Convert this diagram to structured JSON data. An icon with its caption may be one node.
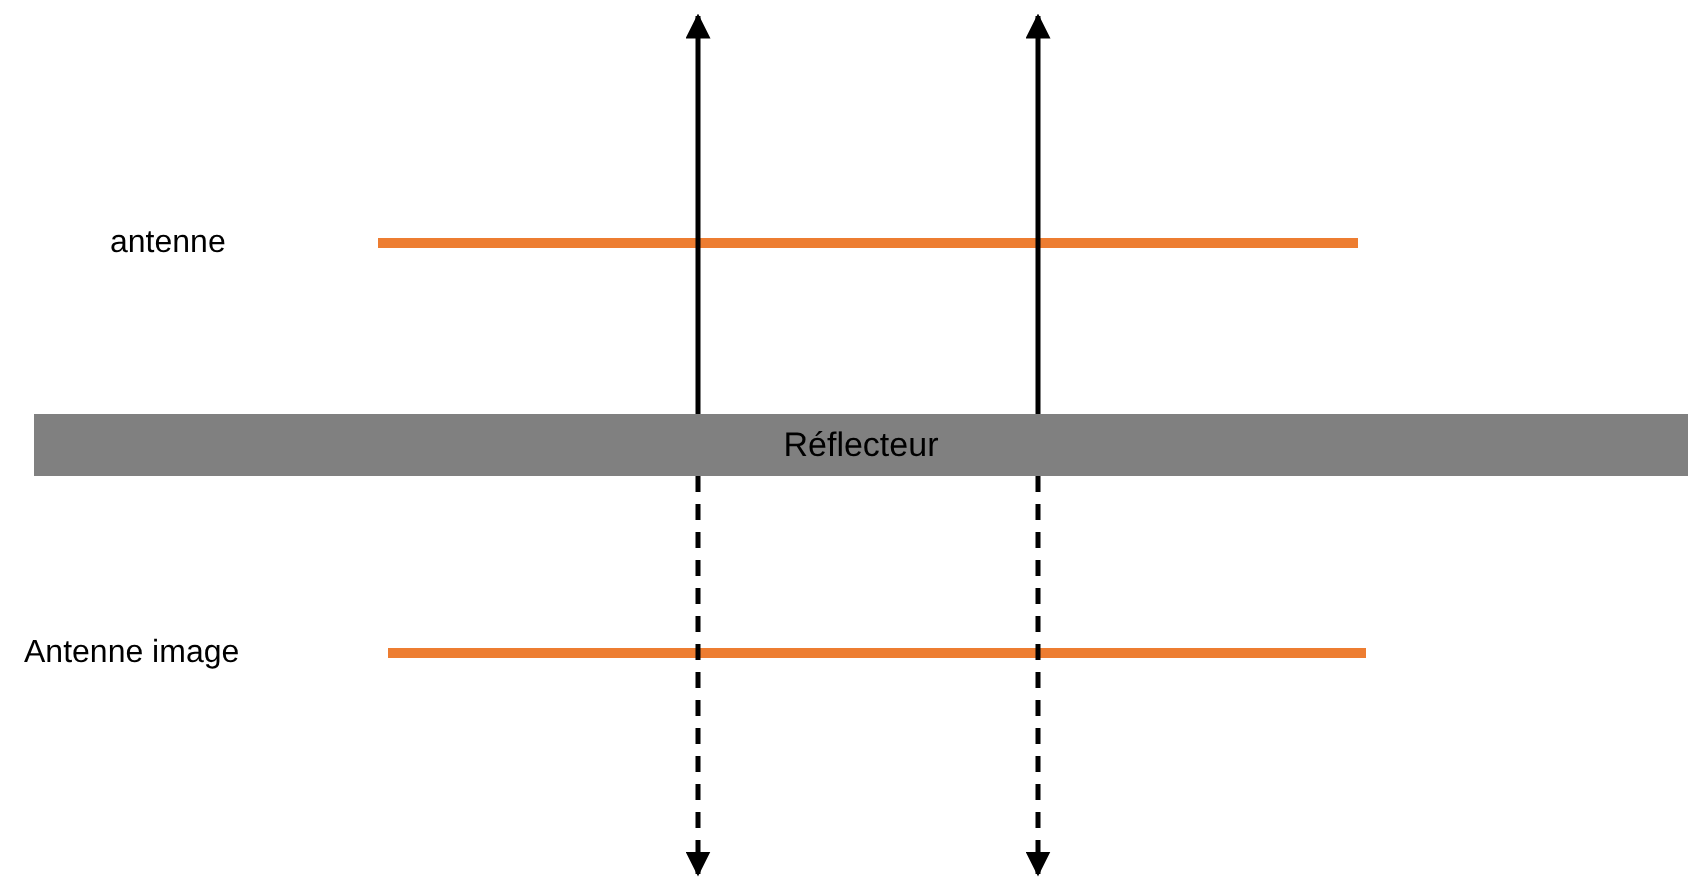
{
  "diagram": {
    "nodes": [
      {
        "text": [],
        "shape": "bar"
      },
      {
        "text": [
          "Réflecteur"
        ]
      },
      {
        "text": [],
        "shape": "bar"
      }
    ],
    "edges": [
      {
        "from": 1,
        "to": null,
        "arrow": "to"
      },
      {
        "from": 1,
        "to": null,
        "arrow": "to"
      },
      {
        "from": 1,
        "to": null,
        "arrow": "to",
        "style": "dashed"
      },
      {
        "from": 1,
        "to": null,
        "arrow": "to",
        "style": "dashed"
      }
    ],
    "labels": [
      "antenne",
      "Antenne image"
    ]
  }
}
